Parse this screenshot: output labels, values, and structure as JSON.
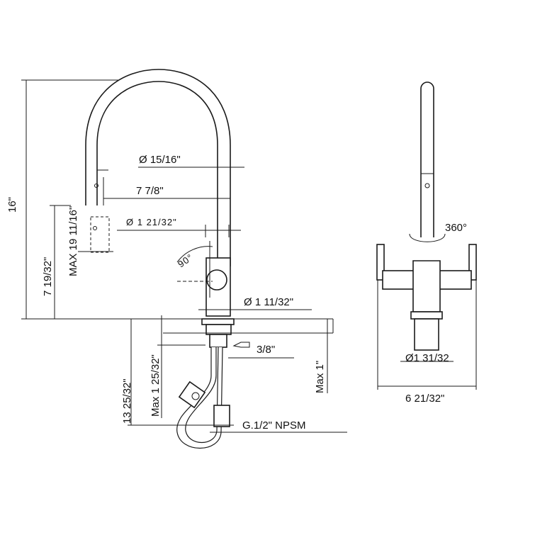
{
  "front_view": {
    "height_total": "16\"",
    "max_height": "MAX 19 11/16\"",
    "spout_height": "7 19/32\"",
    "spout_diameter": "Ø 15/16\"",
    "spout_reach": "7 7/8\"",
    "sprayhead_diameter": "Ø 1 21/32\"",
    "handle_angle": "90°",
    "body_diameter": "Ø 1 11/32\"",
    "hose_connection": "3/8\"",
    "max_deck": "Max 1\"",
    "max_shank": "Max 1 25/32\"",
    "shank_length": "13 25/32\"",
    "thread": "G.1/2\" NPSM"
  },
  "side_view": {
    "rotation": "360°",
    "base_diameter": "Ø1 31/32",
    "handle_span": "6 21/32\""
  },
  "colors": {
    "line": "#1a1a1a",
    "background": "#ffffff"
  }
}
